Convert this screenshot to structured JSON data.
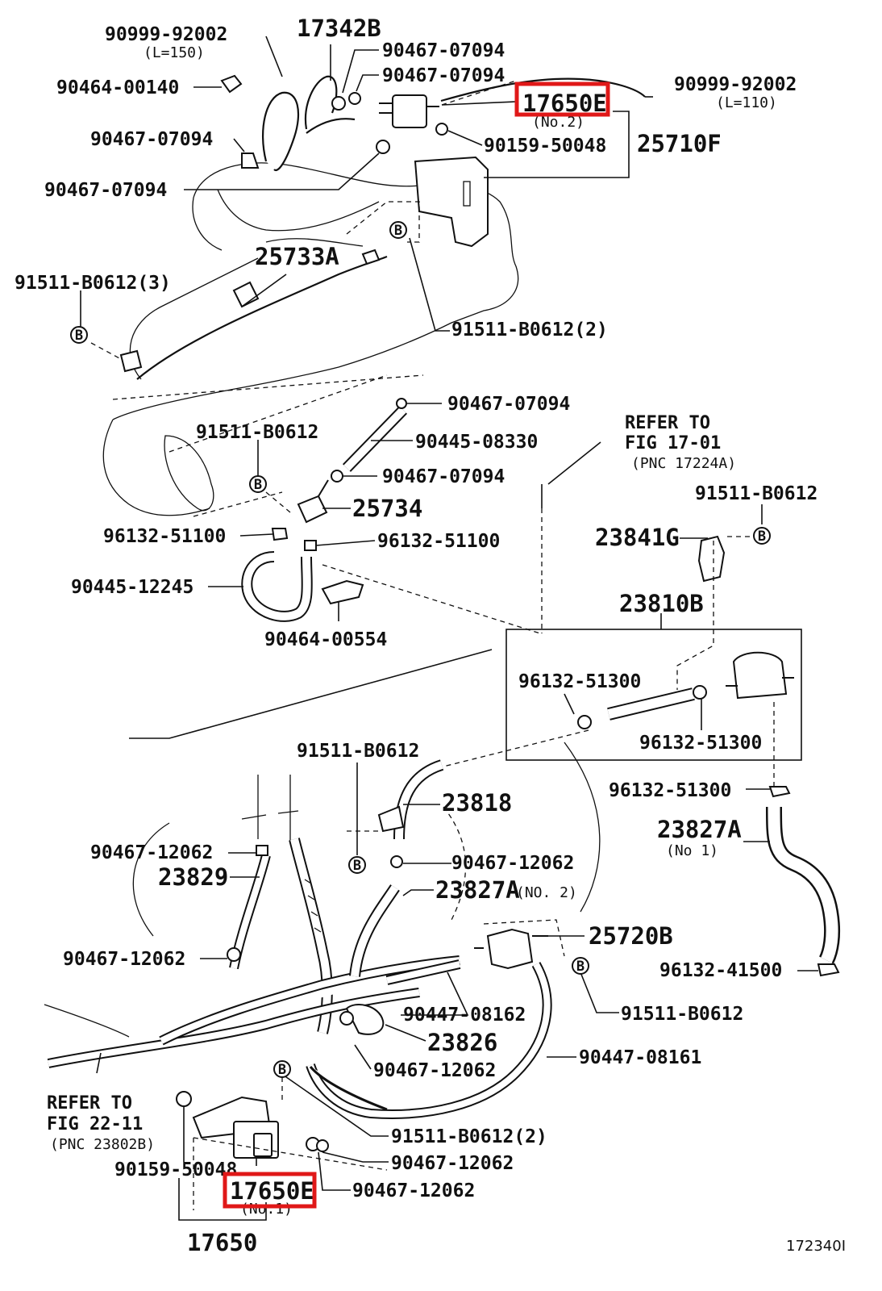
{
  "colors": {
    "line": "#111111",
    "highlight": "#e01818",
    "background": "#ffffff"
  },
  "labels": {
    "p90999_92002_top": "90999-92002",
    "p90999_92002_top_len": "(L=150)",
    "p17342b": "17342B",
    "p90467_07094_a": "90467-07094",
    "p90467_07094_b": "90467-07094",
    "p90464_00140": "90464-00140",
    "p17650e_top": "17650E",
    "p17650e_top_sub": "(No.2)",
    "p90999_92002_right": "90999-92002",
    "p90999_92002_right_len": "(L=110)",
    "p90467_07094_c": "90467-07094",
    "p90159_50048_top": "90159-50048",
    "p25710f": "25710F",
    "p90467_07094_d": "90467-07094",
    "p25733a": "25733A",
    "p91511_b0612_3": "91511-B0612(3)",
    "p91511_b0612_2_top": "91511-B0612(2)",
    "p90467_07094_e": "90467-07094",
    "p91511_b0612_mid": "91511-B0612",
    "p90445_08330": "90445-08330",
    "refer_fig17_line1": "REFER TO",
    "refer_fig17_line2": "FIG 17-01",
    "refer_fig17_line3": "(PNC 17224A)",
    "p90467_07094_f": "90467-07094",
    "p91511_b0612_right": "91511-B0612",
    "p25734": "25734",
    "p96132_51100_a": "96132-51100",
    "p96132_51100_b": "96132-51100",
    "p23841g": "23841G",
    "p90445_12245": "90445-12245",
    "p23810b": "23810B",
    "p90464_00554": "90464-00554",
    "p96132_51300_a": "96132-51300",
    "p96132_51300_b": "96132-51300",
    "p91511_b0612_lower": "91511-B0612",
    "p96132_51300_c": "96132-51300",
    "p23818": "23818",
    "p23827a_no1": "23827A",
    "p23827a_no1_sub": "(No 1)",
    "p90467_12062_a": "90467-12062",
    "p90467_12062_b": "90467-12062",
    "p23829": "23829",
    "p23827a_no2": "23827A",
    "p23827a_no2_sub": "(NO. 2)",
    "p25720b": "25720B",
    "p90467_12062_c": "90467-12062",
    "p96132_41500": "96132-41500",
    "p90447_08162": "90447-08162",
    "p91511_b0612_bottom": "91511-B0612",
    "p23826": "23826",
    "p90447_08161": "90447-08161",
    "p90467_12062_d": "90467-12062",
    "refer_fig22_line1": "REFER TO",
    "refer_fig22_line2": "FIG 22-11",
    "refer_fig22_line3": "(PNC 23802B)",
    "p91511_b0612_2_bottom": "91511-B0612(2)",
    "p90467_12062_e": "90467-12062",
    "p90159_50048_bottom": "90159-50048",
    "p17650e_bottom": "17650E",
    "p17650e_bottom_sub": "(No.1)",
    "p90467_12062_f": "90467-12062",
    "p17650": "17650",
    "figure_code": "172340I",
    "bolt_marker": "B"
  }
}
